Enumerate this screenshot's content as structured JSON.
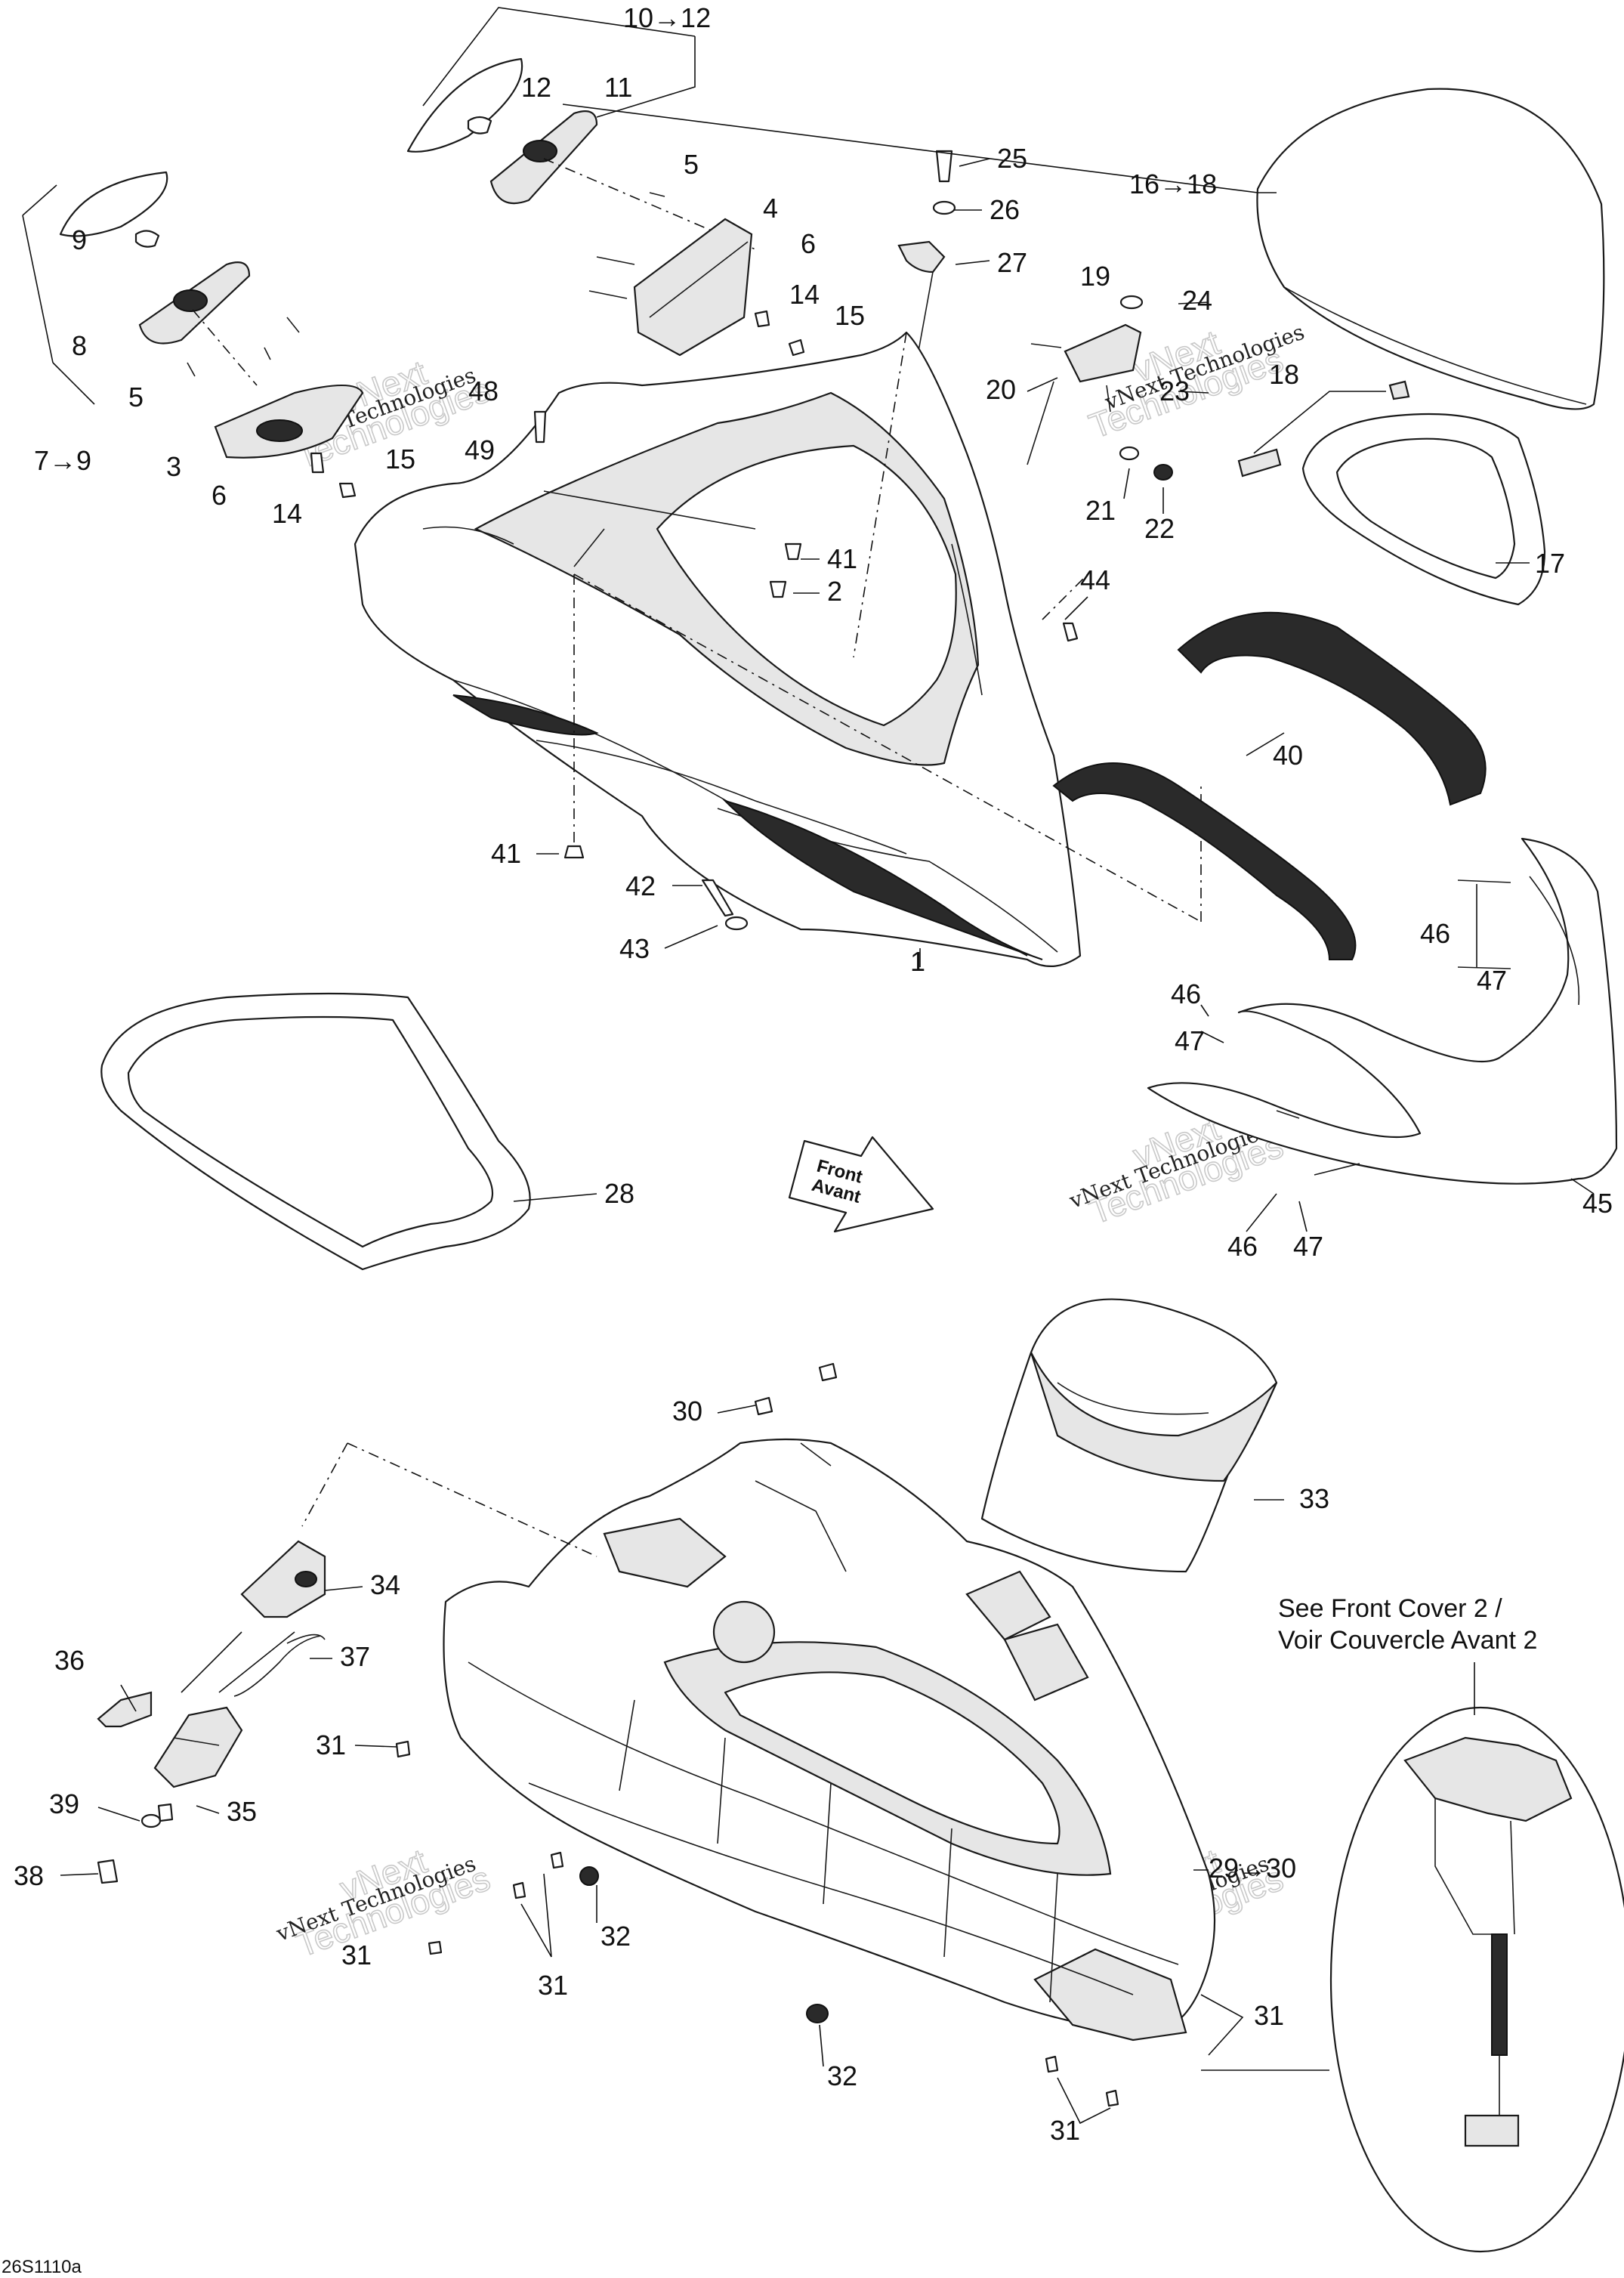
{
  "callouts": {
    "c10_12": "10→12",
    "c12": "12",
    "c11": "11",
    "c9": "9",
    "c8": "8",
    "c7_9": "7→9",
    "c5a": "5",
    "c3": "3",
    "c6a": "6",
    "c14a": "14",
    "c15a": "15",
    "c5b": "5",
    "c4": "4",
    "c6b": "6",
    "c14b": "14",
    "c15b": "15",
    "c48": "48",
    "c49": "49",
    "c25": "25",
    "c26": "26",
    "c27": "27",
    "c19": "19",
    "c24": "24",
    "c20": "20",
    "c23": "23",
    "c21": "21",
    "c22": "22",
    "c16_18": "16→18",
    "c18": "18",
    "c17": "17",
    "c41a": "41",
    "c2": "2",
    "c44": "44",
    "c40": "40",
    "c41b": "41",
    "c42": "42",
    "c43": "43",
    "c1": "1",
    "c46a": "46",
    "c47a": "47",
    "c46b": "46",
    "c47b": "47",
    "c46c": "46",
    "c47c": "47",
    "c45": "45",
    "c28": "28",
    "c30": "30",
    "c33": "33",
    "c34": "34",
    "c36": "36",
    "c37": "37",
    "c31a": "31",
    "c39": "39",
    "c35": "35",
    "c38": "38",
    "c29_30": "29→30",
    "c32a": "32",
    "c31b": "31",
    "c31c": "31",
    "c32b": "32",
    "c31d": "31",
    "c31e": "31"
  },
  "direction_arrow": {
    "line1": "Front",
    "line2": "Avant"
  },
  "cross_reference": {
    "line1": "See Front Cover 2 /",
    "line2": "Voir Couvercle Avant 2"
  },
  "drawing_code": "26S1110a",
  "watermark": {
    "line1": "vNext",
    "line2": "Technologies",
    "small": "vNext Technologies"
  },
  "colors": {
    "line": "#1a1a1a",
    "background": "#ffffff",
    "watermark": "#c9c9c9"
  }
}
